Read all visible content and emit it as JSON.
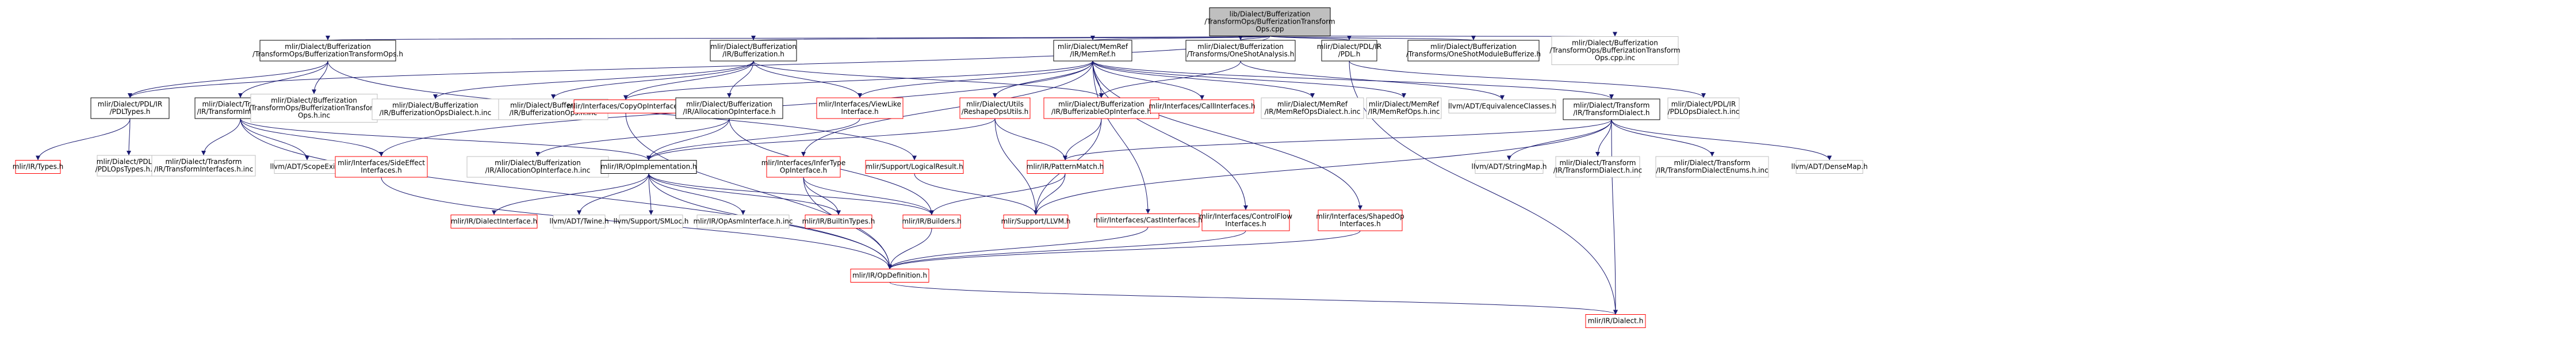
{
  "nodes": [
    {
      "id": "root",
      "kind": "root",
      "lines": [
        "lib/Dialect/Bufferization",
        "/TransformOps/BufferizationTransform",
        "Ops.cpp"
      ]
    },
    {
      "id": "n1",
      "kind": "doc",
      "lines": [
        "mlir/Dialect/Bufferization",
        "/TransformOps/BufferizationTransformOps.h"
      ]
    },
    {
      "id": "n2",
      "kind": "doc",
      "lines": [
        "mlir/Dialect/Bufferization",
        "/IR/Bufferization.h"
      ]
    },
    {
      "id": "n3",
      "kind": "doc",
      "lines": [
        "mlir/Dialect/MemRef",
        "/IR/MemRef.h"
      ]
    },
    {
      "id": "n4",
      "kind": "doc",
      "lines": [
        "mlir/Dialect/Bufferization",
        "/Transforms/OneShotAnalysis.h"
      ]
    },
    {
      "id": "n5",
      "kind": "doc",
      "lines": [
        "mlir/Dialect/PDL/IR",
        "/PDL.h"
      ]
    },
    {
      "id": "n6",
      "kind": "doc",
      "lines": [
        "mlir/Dialect/Bufferization",
        "/Transforms/OneShotModuleBufferize.h"
      ]
    },
    {
      "id": "n7",
      "kind": "nodoc",
      "lines": [
        "mlir/Dialect/Bufferization",
        "/TransformOps/BufferizationTransform",
        "Ops.cpp.inc"
      ]
    },
    {
      "id": "n8",
      "kind": "doc",
      "lines": [
        "mlir/Dialect/PDL/IR",
        "/PDLTypes.h"
      ]
    },
    {
      "id": "n9",
      "kind": "doc",
      "lines": [
        "mlir/Dialect/Transform",
        "/IR/TransformInterfaces.h"
      ]
    },
    {
      "id": "n10",
      "kind": "nodoc",
      "lines": [
        "mlir/Dialect/Bufferization",
        "/TransformOps/BufferizationTransform",
        "Ops.h.inc"
      ]
    },
    {
      "id": "n11",
      "kind": "nodoc",
      "lines": [
        "mlir/Dialect/Bufferization",
        "/IR/BufferizationOpsDialect.h.inc"
      ]
    },
    {
      "id": "n12",
      "kind": "nodoc",
      "lines": [
        "mlir/Dialect/Bufferization",
        "/IR/BufferizationOps.h.inc"
      ]
    },
    {
      "id": "n13",
      "kind": "missing",
      "lines": [
        "mlir/Interfaces/CopyOpInterface.h"
      ]
    },
    {
      "id": "n14",
      "kind": "doc",
      "lines": [
        "mlir/Dialect/Bufferization",
        "/IR/AllocationOpInterface.h"
      ]
    },
    {
      "id": "n15",
      "kind": "missing",
      "lines": [
        "mlir/Interfaces/ViewLike",
        "Interface.h"
      ]
    },
    {
      "id": "n16",
      "kind": "missing",
      "lines": [
        "mlir/Dialect/Utils",
        "/ReshapeOpsUtils.h"
      ]
    },
    {
      "id": "n17",
      "kind": "missing",
      "lines": [
        "mlir/Dialect/Bufferization",
        "/IR/BufferizableOpInterface.h"
      ]
    },
    {
      "id": "n18",
      "kind": "missing",
      "lines": [
        "mlir/Interfaces/CallInterfaces.h"
      ]
    },
    {
      "id": "n19",
      "kind": "nodoc",
      "lines": [
        "mlir/Dialect/MemRef",
        "/IR/MemRefOpsDialect.h.inc"
      ]
    },
    {
      "id": "n20",
      "kind": "nodoc",
      "lines": [
        "mlir/Dialect/MemRef",
        "/IR/MemRefOps.h.inc"
      ]
    },
    {
      "id": "n21",
      "kind": "nodoc",
      "lines": [
        "llvm/ADT/EquivalenceClasses.h"
      ]
    },
    {
      "id": "n22",
      "kind": "doc",
      "lines": [
        "mlir/Dialect/Transform",
        "/IR/TransformDialect.h"
      ]
    },
    {
      "id": "n23",
      "kind": "nodoc",
      "lines": [
        "mlir/Dialect/PDL/IR",
        "/PDLOpsDialect.h.inc"
      ]
    },
    {
      "id": "n24",
      "kind": "missing",
      "lines": [
        "mlir/IR/Types.h"
      ]
    },
    {
      "id": "n25",
      "kind": "nodoc",
      "lines": [
        "mlir/Dialect/PDL/IR",
        "/PDLOpsTypes.h.inc"
      ]
    },
    {
      "id": "n26",
      "kind": "nodoc",
      "lines": [
        "mlir/Dialect/Transform",
        "/IR/TransformInterfaces.h.inc"
      ]
    },
    {
      "id": "n27",
      "kind": "nodoc",
      "lines": [
        "llvm/ADT/ScopeExit.h"
      ]
    },
    {
      "id": "n28",
      "kind": "missing",
      "lines": [
        "mlir/Interfaces/SideEffect",
        "Interfaces.h"
      ]
    },
    {
      "id": "n29",
      "kind": "nodoc",
      "lines": [
        "mlir/Dialect/Bufferization",
        "/IR/AllocationOpInterface.h.inc"
      ]
    },
    {
      "id": "n30",
      "kind": "doc",
      "lines": [
        "mlir/IR/OpImplementation.h"
      ]
    },
    {
      "id": "n31",
      "kind": "missing",
      "lines": [
        "mlir/Interfaces/InferType",
        "OpInterface.h"
      ]
    },
    {
      "id": "n32",
      "kind": "missing",
      "lines": [
        "mlir/Support/LogicalResult.h"
      ]
    },
    {
      "id": "n33",
      "kind": "missing",
      "lines": [
        "mlir/IR/PatternMatch.h"
      ]
    },
    {
      "id": "n34",
      "kind": "nodoc",
      "lines": [
        "llvm/ADT/StringMap.h"
      ]
    },
    {
      "id": "n35",
      "kind": "nodoc",
      "lines": [
        "mlir/Dialect/Transform",
        "/IR/TransformDialect.h.inc"
      ]
    },
    {
      "id": "n36",
      "kind": "nodoc",
      "lines": [
        "mlir/Dialect/Transform",
        "/IR/TransformDialectEnums.h.inc"
      ]
    },
    {
      "id": "n37",
      "kind": "nodoc",
      "lines": [
        "llvm/ADT/DenseMap.h"
      ]
    },
    {
      "id": "n38",
      "kind": "missing",
      "lines": [
        "mlir/IR/DialectInterface.h"
      ]
    },
    {
      "id": "n39",
      "kind": "nodoc",
      "lines": [
        "llvm/ADT/Twine.h"
      ]
    },
    {
      "id": "n40",
      "kind": "nodoc",
      "lines": [
        "llvm/Support/SMLoc.h"
      ]
    },
    {
      "id": "n41",
      "kind": "nodoc",
      "lines": [
        "mlir/IR/OpAsmInterface.h.inc"
      ]
    },
    {
      "id": "n42",
      "kind": "missing",
      "lines": [
        "mlir/IR/BuiltinTypes.h"
      ]
    },
    {
      "id": "n43",
      "kind": "missing",
      "lines": [
        "mlir/IR/Builders.h"
      ]
    },
    {
      "id": "n44",
      "kind": "missing",
      "lines": [
        "mlir/Support/LLVM.h"
      ]
    },
    {
      "id": "n45",
      "kind": "missing",
      "lines": [
        "mlir/Interfaces/CastInterfaces.h"
      ]
    },
    {
      "id": "n46",
      "kind": "missing",
      "lines": [
        "mlir/Interfaces/ControlFlow",
        "Interfaces.h"
      ]
    },
    {
      "id": "n47",
      "kind": "missing",
      "lines": [
        "mlir/Interfaces/ShapedOp",
        "Interfaces.h"
      ]
    },
    {
      "id": "n48",
      "kind": "missing",
      "lines": [
        "mlir/IR/OpDefinition.h"
      ]
    },
    {
      "id": "n49",
      "kind": "missing",
      "lines": [
        "mlir/IR/Dialect.h"
      ]
    }
  ],
  "edges": [
    [
      "root",
      "n1"
    ],
    [
      "root",
      "n2"
    ],
    [
      "root",
      "n3"
    ],
    [
      "root",
      "n4"
    ],
    [
      "root",
      "n5"
    ],
    [
      "root",
      "n6"
    ],
    [
      "root",
      "n7"
    ],
    [
      "root",
      "n8"
    ],
    [
      "n1",
      "n8"
    ],
    [
      "n1",
      "n9"
    ],
    [
      "n1",
      "n10"
    ],
    [
      "n1",
      "n32"
    ],
    [
      "n2",
      "n11"
    ],
    [
      "n2",
      "n12"
    ],
    [
      "n2",
      "n13"
    ],
    [
      "n2",
      "n14"
    ],
    [
      "n2",
      "n17"
    ],
    [
      "n2",
      "n15"
    ],
    [
      "n3",
      "n13"
    ],
    [
      "n3",
      "n15"
    ],
    [
      "n3",
      "n16"
    ],
    [
      "n3",
      "n17"
    ],
    [
      "n3",
      "n18"
    ],
    [
      "n3",
      "n19"
    ],
    [
      "n3",
      "n20"
    ],
    [
      "n3",
      "n28"
    ],
    [
      "n3",
      "n31"
    ],
    [
      "n3",
      "n45"
    ],
    [
      "n3",
      "n46"
    ],
    [
      "n3",
      "n47"
    ],
    [
      "n3",
      "n22"
    ],
    [
      "n4",
      "n17"
    ],
    [
      "n4",
      "n21"
    ],
    [
      "n5",
      "n23"
    ],
    [
      "n5",
      "n49"
    ],
    [
      "n8",
      "n24"
    ],
    [
      "n8",
      "n25"
    ],
    [
      "n9",
      "n26"
    ],
    [
      "n9",
      "n27"
    ],
    [
      "n9",
      "n28"
    ],
    [
      "n9",
      "n30"
    ],
    [
      "n9",
      "n48"
    ],
    [
      "n14",
      "n29"
    ],
    [
      "n14",
      "n30"
    ],
    [
      "n14",
      "n43"
    ],
    [
      "n15",
      "n30"
    ],
    [
      "n16",
      "n33"
    ],
    [
      "n16",
      "n30"
    ],
    [
      "n16",
      "n44"
    ],
    [
      "n17",
      "n33"
    ],
    [
      "n17",
      "n44"
    ],
    [
      "n13",
      "n48"
    ],
    [
      "n22",
      "n33"
    ],
    [
      "n22",
      "n34"
    ],
    [
      "n22",
      "n35"
    ],
    [
      "n22",
      "n36"
    ],
    [
      "n22",
      "n37"
    ],
    [
      "n22",
      "n49"
    ],
    [
      "n22",
      "n44"
    ],
    [
      "n28",
      "n48"
    ],
    [
      "n30",
      "n38"
    ],
    [
      "n30",
      "n39"
    ],
    [
      "n30",
      "n40"
    ],
    [
      "n30",
      "n41"
    ],
    [
      "n30",
      "n42"
    ],
    [
      "n30",
      "n43"
    ],
    [
      "n30",
      "n48"
    ],
    [
      "n31",
      "n42"
    ],
    [
      "n31",
      "n43"
    ],
    [
      "n31",
      "n48"
    ],
    [
      "n32",
      "n44"
    ],
    [
      "n33",
      "n44"
    ],
    [
      "n33",
      "n43"
    ],
    [
      "n43",
      "n48"
    ],
    [
      "n45",
      "n48"
    ],
    [
      "n46",
      "n48"
    ],
    [
      "n47",
      "n48"
    ],
    [
      "n48",
      "n49"
    ]
  ]
}
